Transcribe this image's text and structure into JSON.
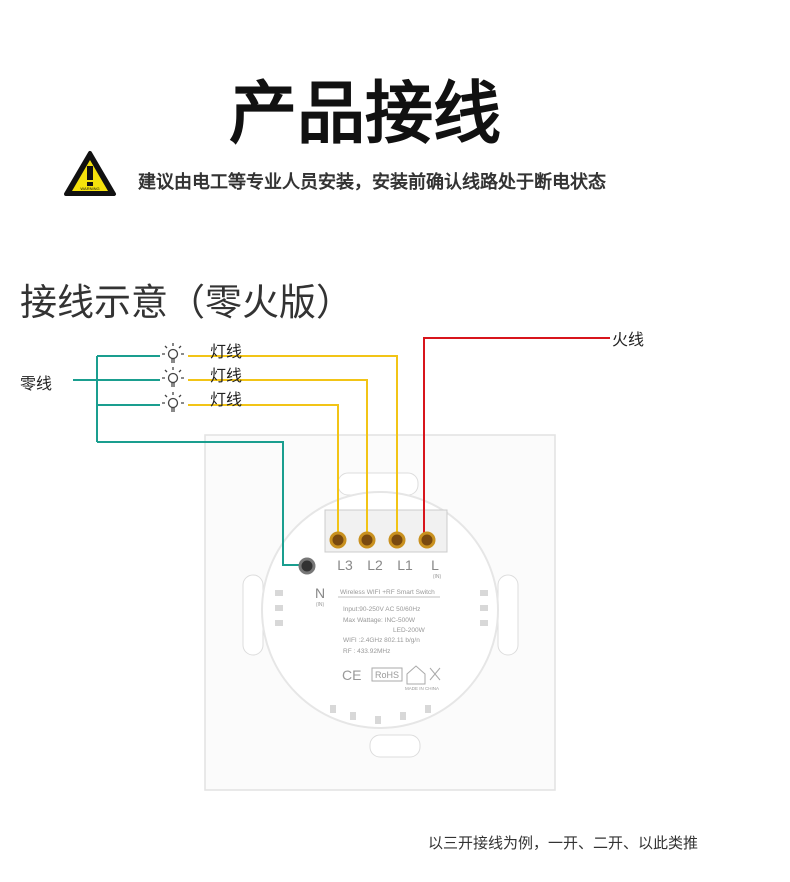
{
  "title": "产品接线",
  "warning": {
    "icon": "warning-triangle-icon",
    "icon_text": "WARNING",
    "text": "建议由电工等专业人员安装，安装前确认线路处于断电状态"
  },
  "subtitle": "接线示意（零火版）",
  "wires": {
    "neutral": "零线",
    "live": "火线",
    "lamp": [
      "灯线",
      "灯线",
      "灯线"
    ],
    "colors": {
      "neutral": "#1a9e8f",
      "lamp": "#f2c416",
      "live": "#d8151c"
    }
  },
  "device": {
    "terminals": [
      "L3",
      "L2",
      "L1",
      "L"
    ],
    "terminal_l_sub": "(IN)",
    "neutral": "N",
    "neutral_sub": "(IN)",
    "label_title": "Wireless WIFI +RF Smart Switch",
    "specs": [
      "Input:90-250V AC  50/60Hz",
      "Max Wattage:  INC-500W",
      "LED-200W",
      "WIFI :2.4GHz  802.11 b/g/n",
      "RF :   433.92MHz"
    ],
    "marks": [
      "CE",
      "RoHS",
      "MADE IN CHINA"
    ]
  },
  "footer": "以三开接线为例，一开、二开、以此类推"
}
